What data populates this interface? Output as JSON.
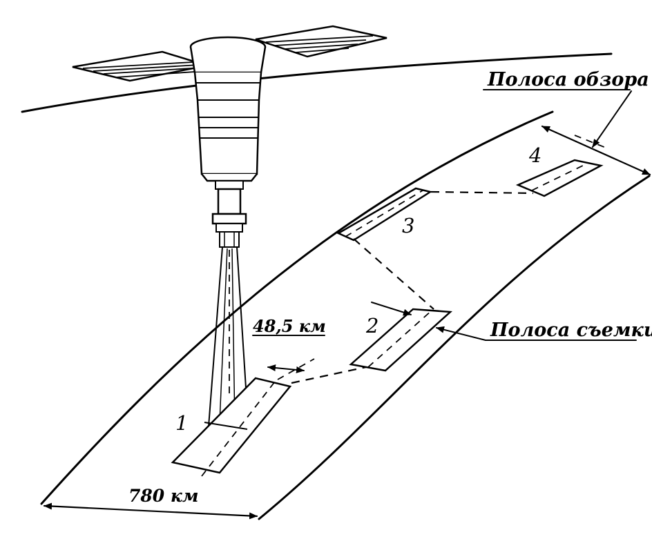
{
  "labels": {
    "survey_band": "Полоса обзора",
    "shooting_band": "Полоса съемки",
    "swath_width": "48,5 км",
    "survey_width": "780 км"
  },
  "frames": [
    "1",
    "2",
    "3",
    "4"
  ]
}
